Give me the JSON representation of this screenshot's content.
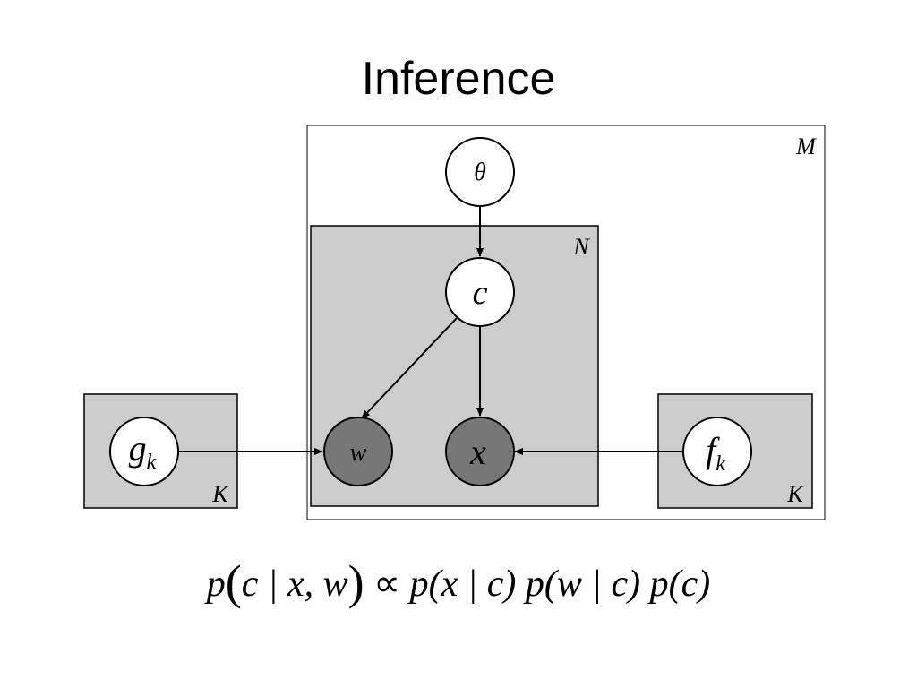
{
  "title": "Inference",
  "colors": {
    "plate_fill": "#cccccc",
    "observed_fill": "#777777",
    "latent_fill": "#ffffff",
    "stroke": "#000000"
  },
  "plates": {
    "outer": "M",
    "inner": "N",
    "left": "K",
    "right": "K"
  },
  "nodes": {
    "theta": "θ",
    "c": "c",
    "w": "w",
    "x": "x",
    "g": {
      "base": "g",
      "sub": "k"
    },
    "f": {
      "base": "f",
      "sub": "k"
    }
  },
  "edges": [
    {
      "from": "theta",
      "to": "c"
    },
    {
      "from": "c",
      "to": "w"
    },
    {
      "from": "c",
      "to": "x"
    },
    {
      "from": "g",
      "to": "w"
    },
    {
      "from": "f",
      "to": "x"
    }
  ],
  "formula": {
    "lhs_p": "p",
    "lhs_open": "(",
    "lhs_args": "c | x, w",
    "lhs_close": ")",
    "prop": "∝",
    "rhs": "p(x | c) p(w | c) p(c)"
  }
}
